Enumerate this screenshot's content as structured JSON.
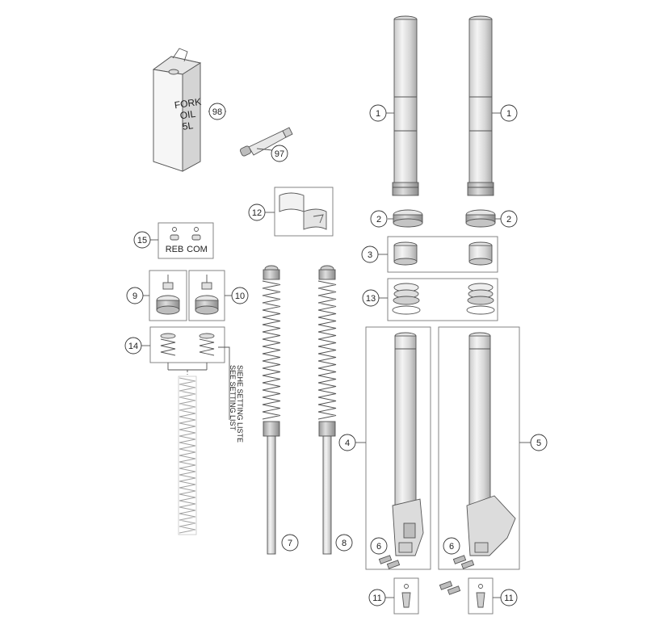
{
  "can": {
    "lines": [
      "FORK",
      "OIL",
      "5L"
    ]
  },
  "knobs": {
    "reb": "REB",
    "com": "COM"
  },
  "setting_list": {
    "line1": "SIEHE SETTING LISTE",
    "line2": "SEE SETTING LIST"
  },
  "callouts": {
    "c98": "98",
    "c97": "97",
    "c12": "12",
    "c15": "15",
    "c9": "9",
    "c10": "10",
    "c14": "14",
    "c7": "7",
    "c8": "8",
    "c1l": "1",
    "c1r": "1",
    "c2l": "2",
    "c2r": "2",
    "c3": "3",
    "c13": "13",
    "c4": "4",
    "c5": "5",
    "c6l": "6",
    "c6r": "6",
    "c11l": "11",
    "c11r": "11"
  }
}
